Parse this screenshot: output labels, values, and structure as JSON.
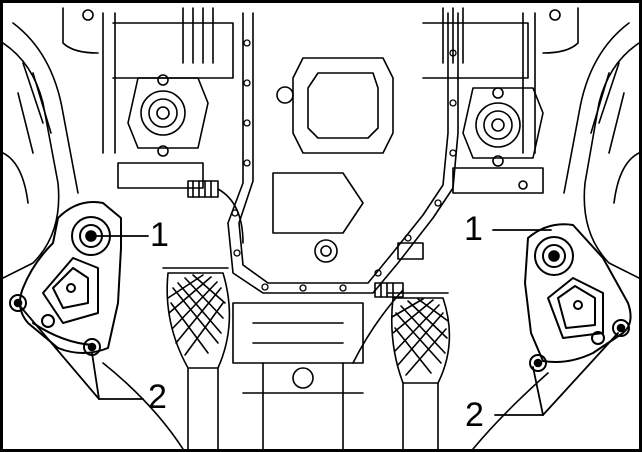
{
  "diagram": {
    "callouts": [
      {
        "id": "left-mount-nut",
        "label": "1"
      },
      {
        "id": "left-mount-bolts",
        "label": "2"
      },
      {
        "id": "right-mount-nut",
        "label": "1"
      },
      {
        "id": "right-mount-bolts",
        "label": "2"
      }
    ]
  },
  "colors": {
    "line": "#000000",
    "background": "#ffffff"
  }
}
